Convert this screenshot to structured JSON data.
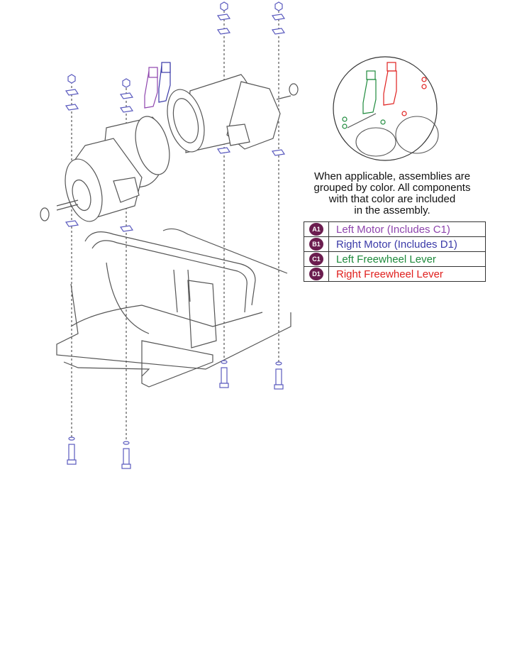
{
  "note_lines": [
    "When applicable, assemblies are",
    "grouped by color. All components",
    "with that color are included",
    "in the assembly."
  ],
  "legend": [
    {
      "code": "A1",
      "label": "Left Motor (Includes C1)",
      "color": "#8e44ad"
    },
    {
      "code": "B1",
      "label": "Right Motor (Includes D1)",
      "color": "#3a3aa8"
    },
    {
      "code": "C1",
      "label": "Left Freewheel Lever",
      "color": "#1e8a3c"
    },
    {
      "code": "D1",
      "label": "Right Freewheel Lever",
      "color": "#e0201e"
    }
  ],
  "colors": {
    "badge": "#6b1d4f",
    "hardware": "#5b5bbf",
    "line_art": "#555555"
  }
}
